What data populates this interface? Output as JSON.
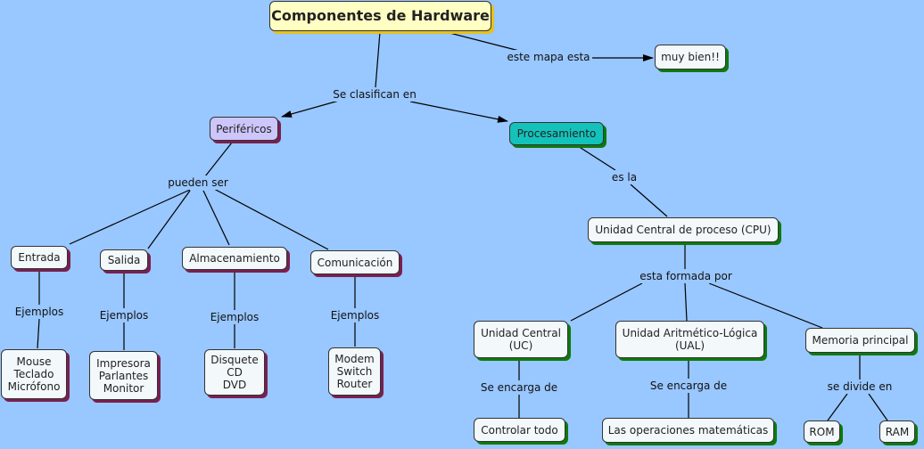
{
  "title": "Componentes de Hardware",
  "nodes": {
    "muy_bien": "muy bien!!",
    "perifericos": "Periféricos",
    "procesamiento": "Procesamiento",
    "entrada": "Entrada",
    "salida": "Salida",
    "almacenamiento": "Almacenamiento",
    "comunicacion": "Comunicación",
    "entrada_ej": "Mouse\nTeclado\nMicrófono",
    "salida_ej": "Impresora\nParlantes\nMonitor",
    "almac_ej": "Disquete\nCD\nDVD",
    "comun_ej": "Modem\nSwitch\nRouter",
    "cpu": "Unidad Central de proceso (CPU)",
    "uc": "Unidad Central\n(UC)",
    "ual": "Unidad Aritmético-Lógica\n(UAL)",
    "memoria": "Memoria principal",
    "controlar": "Controlar todo",
    "operaciones": "Las operaciones matemáticas",
    "rom": "ROM",
    "ram": "RAM"
  },
  "links": {
    "este_mapa": "este mapa esta",
    "se_clasifican": "Se clasifican en",
    "pueden_ser": "pueden ser",
    "es_la": "es la",
    "ejemplos_1": "Ejemplos",
    "ejemplos_2": "Ejemplos",
    "ejemplos_3": "Ejemplos",
    "ejemplos_4": "Ejemplos",
    "esta_formada": "esta formada por",
    "se_encarga_1": "Se encarga de",
    "se_encarga_2": "Se encarga de",
    "se_divide": "se divide en"
  }
}
